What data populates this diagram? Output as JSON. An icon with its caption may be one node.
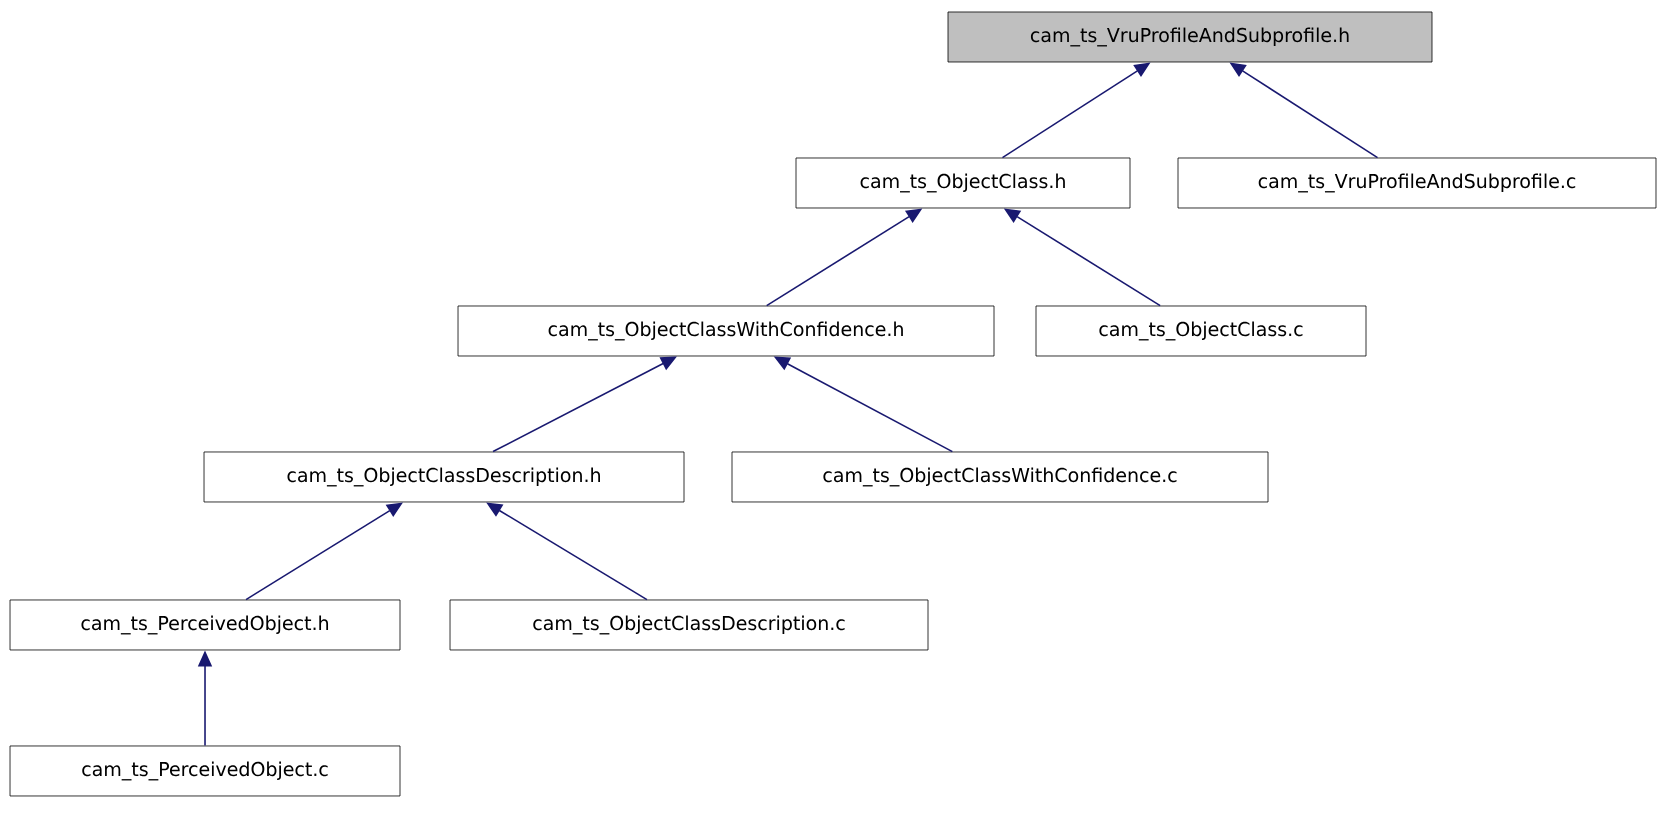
{
  "diagram": {
    "nodes": [
      {
        "text": [
          "cam_ts_VruProfileAndSubprofile.h"
        ]
      },
      {
        "text": [
          "cam_ts_ObjectClass.h"
        ]
      },
      {
        "text": [
          "cam_ts_VruProfileAndSubprofile.c"
        ]
      },
      {
        "text": [
          "cam_ts_ObjectClassWithConfidence.h"
        ]
      },
      {
        "text": [
          "cam_ts_ObjectClass.c"
        ]
      },
      {
        "text": [
          "cam_ts_ObjectClassDescription.h"
        ]
      },
      {
        "text": [
          "cam_ts_ObjectClassWithConfidence.c"
        ]
      },
      {
        "text": [
          "cam_ts_PerceivedObject.h"
        ]
      },
      {
        "text": [
          "cam_ts_ObjectClassDescription.c"
        ]
      },
      {
        "text": [
          "cam_ts_PerceivedObject.c"
        ]
      }
    ],
    "edges": [
      {
        "from": 1,
        "to": 0,
        "arrow": "to"
      },
      {
        "from": 2,
        "to": 0,
        "arrow": "to"
      },
      {
        "from": 3,
        "to": 1,
        "arrow": "to"
      },
      {
        "from": 4,
        "to": 1,
        "arrow": "to"
      },
      {
        "from": 5,
        "to": 3,
        "arrow": "to"
      },
      {
        "from": 6,
        "to": 3,
        "arrow": "to"
      },
      {
        "from": 7,
        "to": 5,
        "arrow": "to"
      },
      {
        "from": 8,
        "to": 5,
        "arrow": "to"
      },
      {
        "from": 9,
        "to": 7,
        "arrow": "to"
      }
    ]
  }
}
